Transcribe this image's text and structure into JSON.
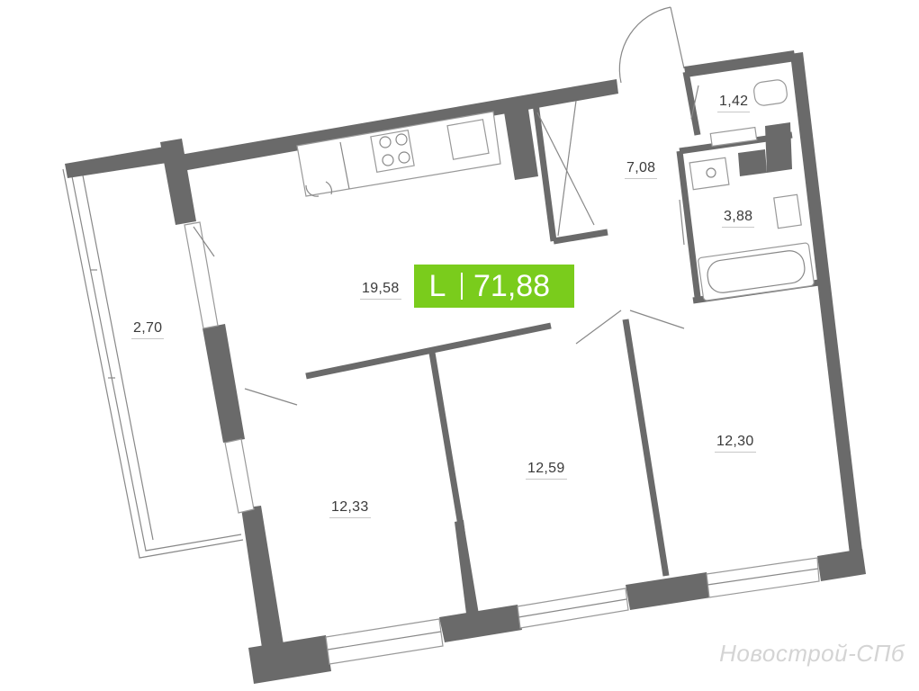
{
  "plan": {
    "apartment_type": "L",
    "total_area": "71,88",
    "rooms": [
      {
        "id": "kitchen-living",
        "area": "19,58"
      },
      {
        "id": "loggia",
        "area": "2,70"
      },
      {
        "id": "hall",
        "area": "7,08"
      },
      {
        "id": "wc",
        "area": "1,42"
      },
      {
        "id": "bathroom",
        "area": "3,88"
      },
      {
        "id": "bedroom-left",
        "area": "12,33"
      },
      {
        "id": "bedroom-middle",
        "area": "12,59"
      },
      {
        "id": "bedroom-right",
        "area": "12,30"
      }
    ],
    "badge_color": "#7acc1c",
    "wall_color": "#6a6a6a"
  },
  "watermark": "Новострой-СПб"
}
